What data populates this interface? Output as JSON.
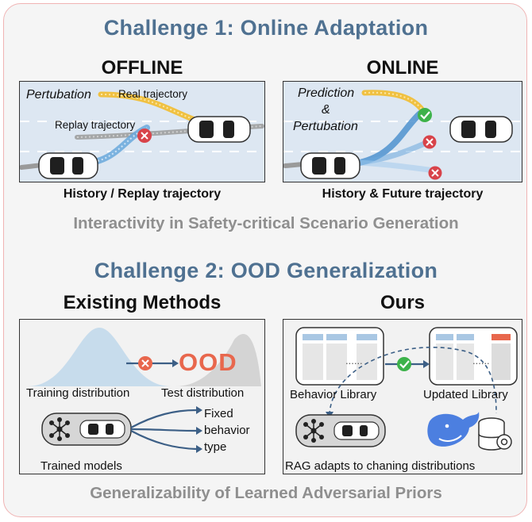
{
  "challenge1": {
    "title": "Challenge 1: Online Adaptation",
    "offline": {
      "heading": "OFFLINE",
      "label_perturbation": "Pertubation",
      "label_real": "Real trajectory",
      "label_replay": "Replay trajectory",
      "caption": "History / Replay trajectory"
    },
    "online": {
      "heading": "ONLINE",
      "label_prediction": "Prediction",
      "label_and": "&",
      "label_perturbation": "Pertubation",
      "caption": "History & Future trajectory"
    },
    "footer": "Interactivity in Safety-critical Scenario Generation"
  },
  "challenge2": {
    "title": "Challenge 2: OOD Generalization",
    "existing": {
      "heading": "Existing Methods",
      "training_label": "Training distribution",
      "test_label": "Test distribution",
      "ood_label": "OOD",
      "trained_label": "Trained models",
      "fixed_lines": [
        "Fixed",
        "behavior",
        "type"
      ]
    },
    "ours": {
      "heading": "Ours",
      "behavior_library": "Behavior Library",
      "updated_library": "Updated Library",
      "library_ellipsis": "......",
      "rag_caption": "RAG adapts to chaning distributions"
    },
    "footer": "Generalizability of Learned Adversarial Priors"
  },
  "colors": {
    "title_blue": "#4f7191",
    "footer_gray": "#8f8f8f",
    "trajectory_yellow": "#f2bd2f",
    "trajectory_blue": "#6aa8dc",
    "replay_gray": "#8e8e8e",
    "fail_red": "#d8434a",
    "ok_green": "#3db24a",
    "ood_orange": "#e8674d"
  }
}
